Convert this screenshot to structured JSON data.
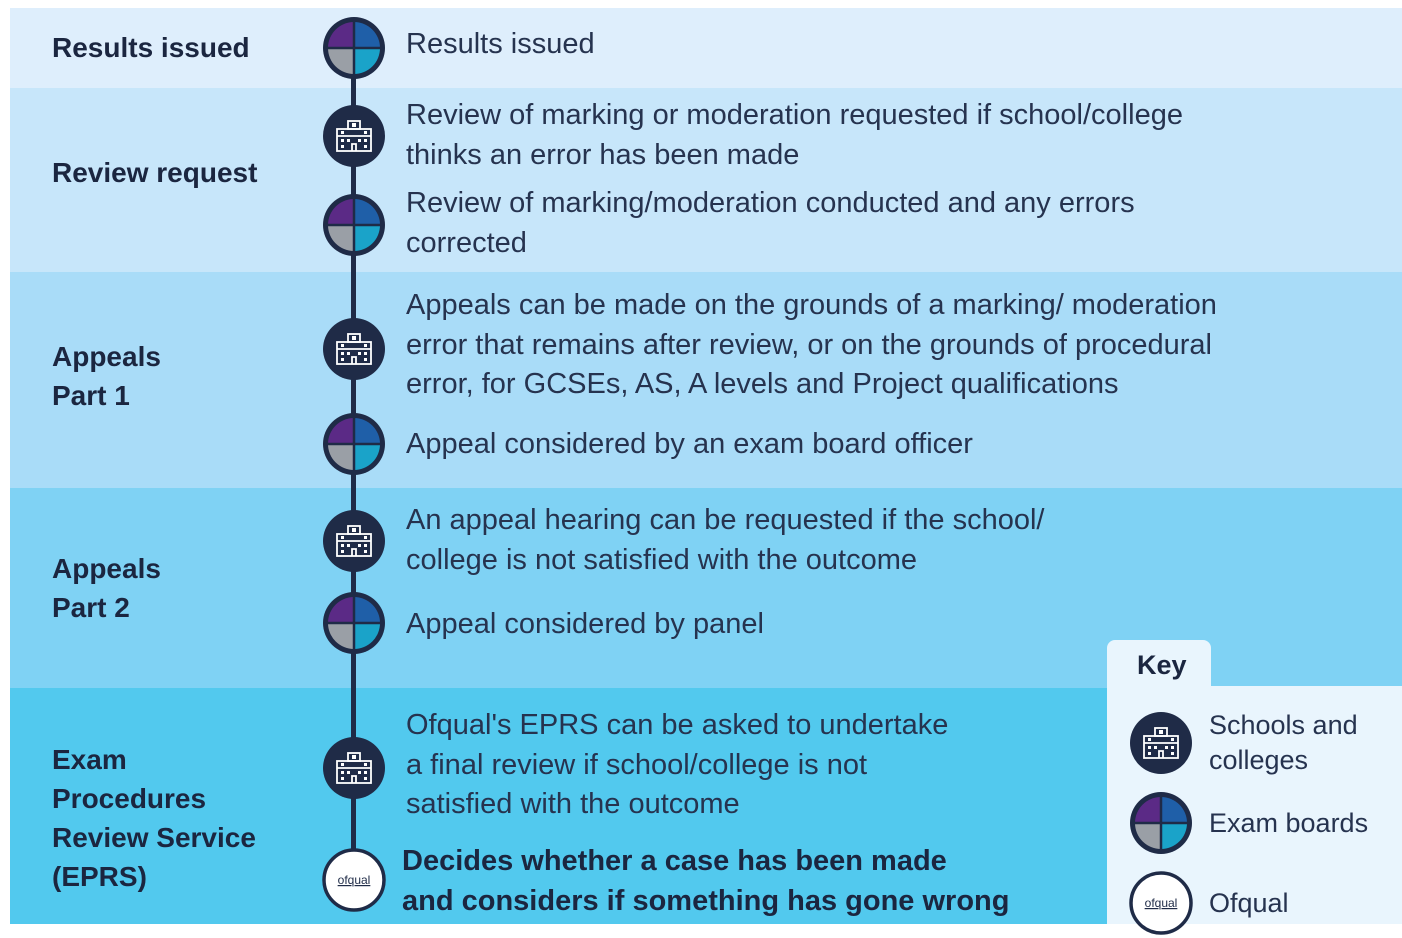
{
  "stages": [
    {
      "label": "Results issued"
    },
    {
      "label": "Review request"
    },
    {
      "label": "Appeals\nPart 1"
    },
    {
      "label": "Appeals\nPart 2"
    },
    {
      "label": "Exam\nProcedures\nReview Service\n(EPRS)"
    }
  ],
  "steps": [
    {
      "text": "Results issued",
      "actor": "Exam boards"
    },
    {
      "text": "Review of marking or moderation requested if school/college\nthinks an error has been made",
      "actor": "Schools and colleges"
    },
    {
      "text": "Review of marking/moderation conducted and any errors\ncorrected",
      "actor": "Exam boards"
    },
    {
      "text": "Appeals can be made on the grounds of a marking/ moderation\nerror that remains after review, or on the grounds of procedural\nerror, for GCSEs, AS, A levels and Project qualifications",
      "actor": "Schools and colleges"
    },
    {
      "text": "Appeal considered by an exam board officer",
      "actor": "Exam boards"
    },
    {
      "text": "An appeal hearing can be requested if the school/\ncollege is not satisfied with the outcome",
      "actor": "Schools and colleges"
    },
    {
      "text": "Appeal considered by panel",
      "actor": "Exam boards"
    },
    {
      "text": "Ofqual's EPRS can be asked to undertake\na final review if school/college is not\nsatisfied with the outcome",
      "actor": "Schools and colleges"
    },
    {
      "text": "Decides whether a case has been made\nand considers if something has gone wrong",
      "actor": "Ofqual"
    }
  ],
  "key": {
    "title": "Key",
    "items": [
      {
        "label": "Schools and\ncolleges",
        "icon": "school-building-icon"
      },
      {
        "label": "Exam boards",
        "icon": "exam-boards-quadrant-icon"
      },
      {
        "label": "Ofqual",
        "icon": "ofqual-logo-icon"
      }
    ],
    "ofqual_logo_text": "ofqual"
  },
  "colors": {
    "navy": "#1f2b47",
    "purple": "#5b2a86",
    "blue": "#1f5fa8",
    "grey": "#9a9fa6",
    "teal": "#1aa3c9"
  }
}
